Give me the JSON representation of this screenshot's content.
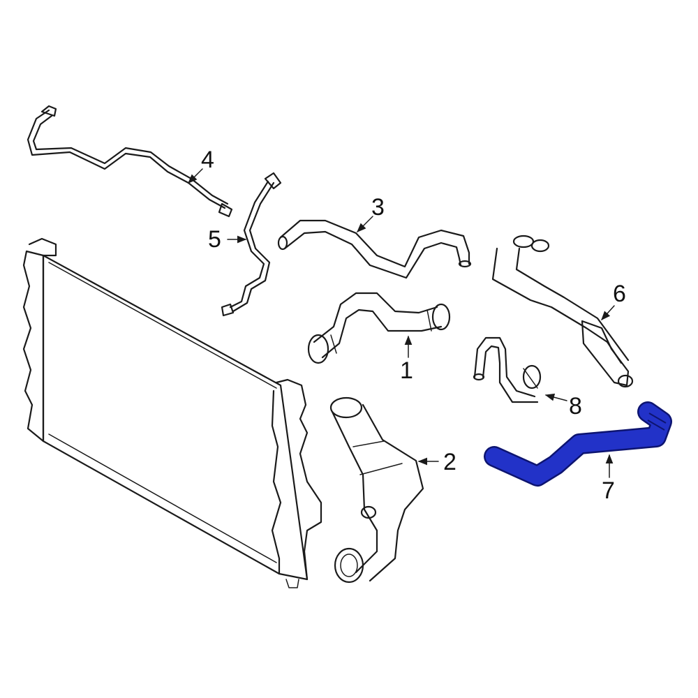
{
  "colors": {
    "background": "#ffffff",
    "line": "#1a1a1a",
    "highlight": "#2232c8",
    "highlight_outline": "#0d1470"
  },
  "highlighted_part": "7",
  "callouts": {
    "c1": "1",
    "c2": "2",
    "c3": "3",
    "c4": "4",
    "c5": "5",
    "c6": "6",
    "c7": "7",
    "c8": "8"
  }
}
